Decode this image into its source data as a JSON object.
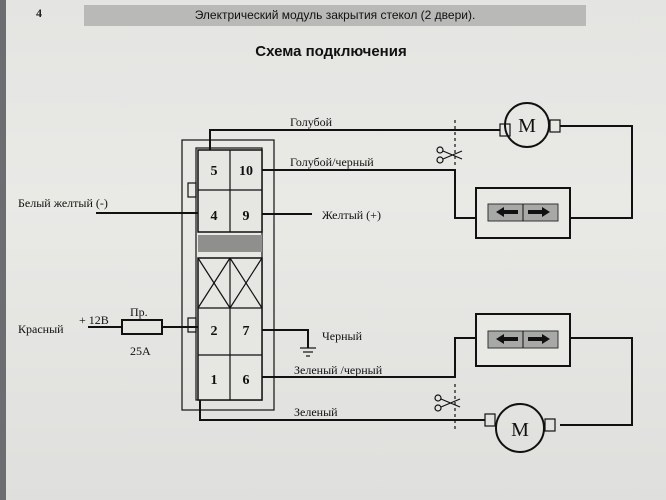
{
  "page_number": "4",
  "header": {
    "title": "Электрический модуль закрытия стекол (2 двери)."
  },
  "scheme_title": "Схема подключения",
  "wires": {
    "blue": "Голубой",
    "blue_black": "Голубой/черный",
    "white_yellow": "Белый желтый (-)",
    "yellow": "Желтый (+)",
    "red": "Красный",
    "plus12": "+ 12В",
    "black": "Черный",
    "green_black": "Зеленый /черный",
    "green": "Зеленый"
  },
  "fuse": {
    "name": "Пр.",
    "rating": "25А"
  },
  "pins": [
    "5",
    "10",
    "4",
    "9",
    "2",
    "7",
    "1",
    "6"
  ],
  "motor_label": "M"
}
